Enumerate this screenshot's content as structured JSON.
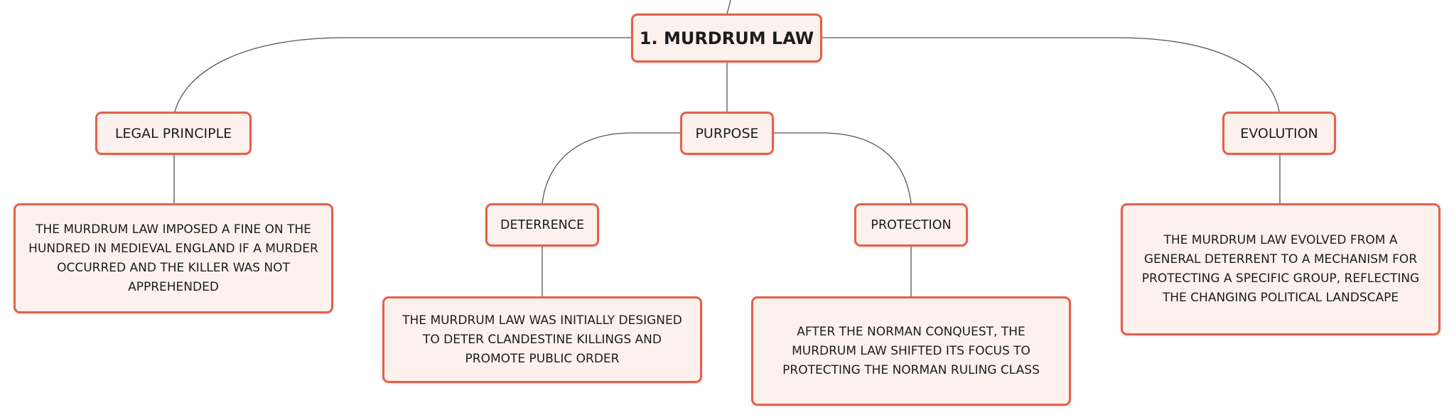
{
  "diagram": {
    "root": {
      "label": "1. MURDRUM LAW"
    },
    "legal_principle": {
      "label": "LEGAL PRINCIPLE",
      "detail": "THE MURDRUM LAW IMPOSED A FINE ON THE HUNDRED IN MEDIEVAL ENGLAND IF A MURDER OCCURRED AND THE KILLER WAS NOT APPREHENDED"
    },
    "purpose": {
      "label": "PURPOSE",
      "deterrence": {
        "label": "DETERRENCE",
        "detail": "THE MURDRUM LAW WAS INITIALLY DESIGNED TO DETER CLANDESTINE KILLINGS AND PROMOTE PUBLIC ORDER"
      },
      "protection": {
        "label": "PROTECTION",
        "detail": "AFTER THE NORMAN CONQUEST, THE MURDRUM LAW SHIFTED ITS FOCUS TO PROTECTING THE NORMAN RULING CLASS"
      }
    },
    "evolution": {
      "label": "EVOLUTION",
      "detail": "THE MURDRUM LAW EVOLVED FROM A GENERAL DETERRENT TO A MECHANISM FOR PROTECTING A SPECIFIC GROUP, REFLECTING THE CHANGING POLITICAL LANDSCAPE"
    },
    "style": {
      "node_border": "#e2614b",
      "node_fill": "#fdf1ee",
      "connector": "#555555"
    }
  }
}
